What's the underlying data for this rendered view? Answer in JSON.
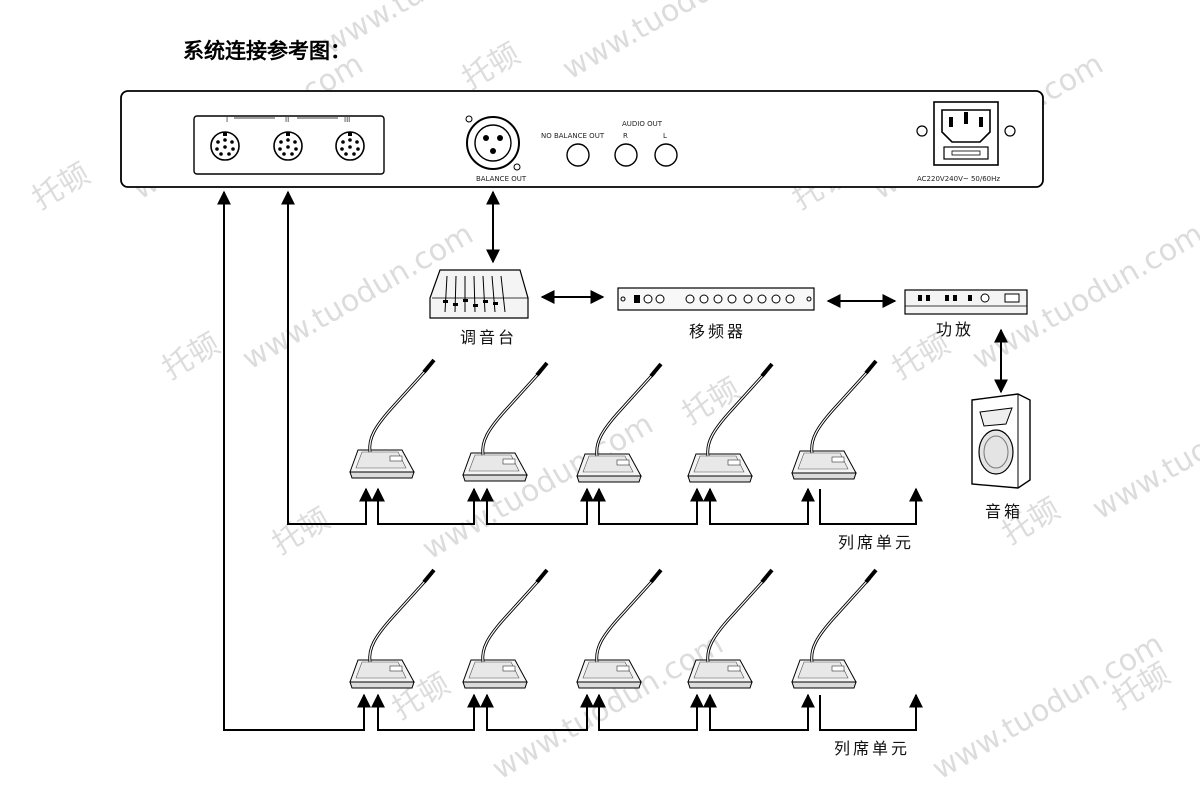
{
  "title": "系统连接参考图：",
  "watermark": [
    "托顿",
    "www.tuodun.com"
  ],
  "rear_panel": {
    "din_ports": [
      "I",
      "II",
      "III"
    ],
    "balance_out": "BALANCE OUT",
    "no_balance_out": "NO BALANCE OUT",
    "audio_out": "AUDIO OUT",
    "audio_r": "R",
    "audio_l": "L",
    "power": "AC220V240V~ 50/60Hz"
  },
  "devices": {
    "mixer": "调音台",
    "shifter": "移频器",
    "amplifier": "功放",
    "speaker": "音箱"
  },
  "rows": [
    {
      "label": "列席单元",
      "units": 5
    },
    {
      "label": "列席单元",
      "units": 5
    }
  ]
}
